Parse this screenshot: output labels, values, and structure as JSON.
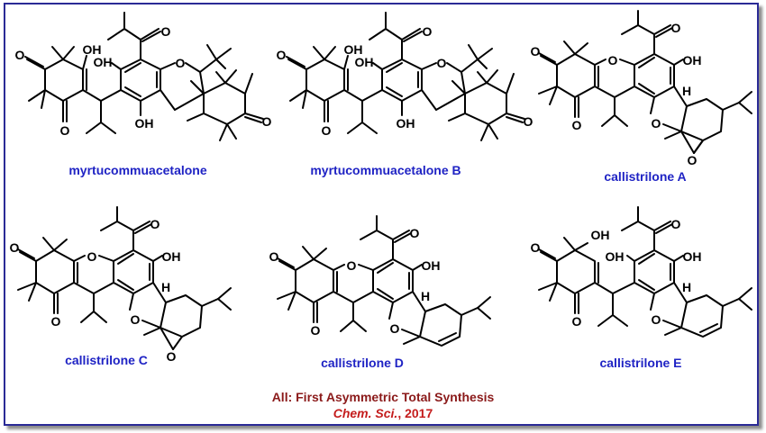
{
  "structures": [
    {
      "name": "myrtucommuacetalone"
    },
    {
      "name": "myrtucommuacetalone B"
    },
    {
      "name": "callistrilone A"
    },
    {
      "name": "callistrilone C"
    },
    {
      "name": "callistrilone D"
    },
    {
      "name": "callistrilone E"
    }
  ],
  "atom_labels": {
    "oxygen": "O",
    "hydroxyl": "OH",
    "hydrogen": "H"
  },
  "footer": {
    "line1": "All: First Asymmetric Total Synthesis",
    "journal": "Chem. Sci.",
    "year_suffix": ", 2017"
  },
  "colors": {
    "frame": "#2a2a96",
    "compound_label": "#1f23c4",
    "footer_line1": "#8b1a1a",
    "footer_line2": "#c41c1c",
    "bond": "#000000"
  }
}
